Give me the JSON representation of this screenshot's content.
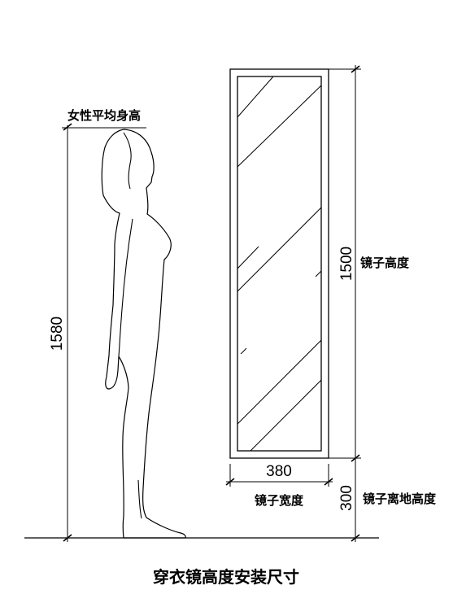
{
  "title": "穿衣镜高度安装尺寸",
  "labels": {
    "female_avg_height": "女性平均身高",
    "mirror_height": "镜子高度",
    "mirror_width": "镜子宽度",
    "mirror_floor_height": "镜子离地高度"
  },
  "dimensions": {
    "person_height": "1580",
    "mirror_height": "1500",
    "mirror_width": "380",
    "floor_clearance": "300"
  }
}
